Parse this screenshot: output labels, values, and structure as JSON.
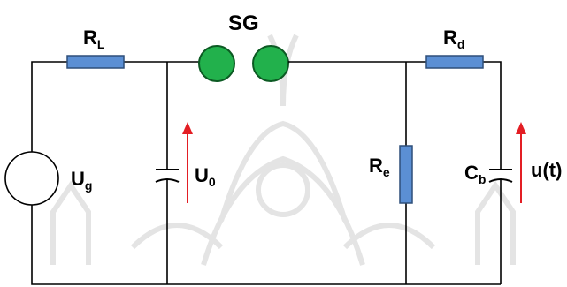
{
  "diagram": {
    "labels": {
      "sg": "SG",
      "rl_main": "R",
      "rl_sub": "L",
      "rd_main": "R",
      "rd_sub": "d",
      "ug_main": "U",
      "ug_sub": "g",
      "u0_main": "U",
      "u0_sub": "0",
      "re_main": "R",
      "re_sub": "e",
      "cb_main": "C",
      "cb_sub": "b",
      "ut_pre": "u(",
      "ut_t": "t",
      "ut_post": ")"
    },
    "colors": {
      "wire": "#000000",
      "resistor_fill": "#5b8fd4",
      "resistor_stroke": "#2e4f7a",
      "spark_gap_fill": "#22b14c",
      "spark_gap_stroke": "#0c5a23",
      "arrow": "#e31e24",
      "watermark": "#e6e6e6"
    }
  }
}
